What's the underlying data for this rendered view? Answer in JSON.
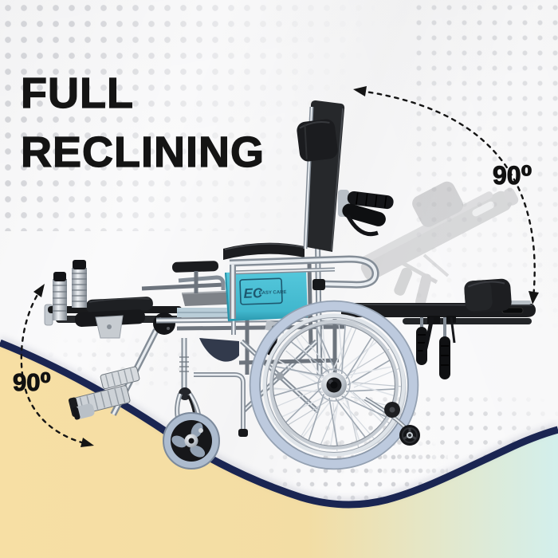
{
  "banner": {
    "title_line1": "FULL",
    "title_line2": "RECLINING"
  },
  "annotations": {
    "backrest_angle": "90⁰",
    "legrest_angle": "90⁰"
  },
  "brand_label": {
    "monogram": "EC",
    "name": "EASY CARE"
  },
  "colors": {
    "accent_navy": "#1a2552",
    "wave_yellow": "#f6dda1",
    "wave_mint": "#d5eeec",
    "seat_teal": "#4cc0d6",
    "title_black": "#141414",
    "tire_blue": "#bdcade"
  }
}
